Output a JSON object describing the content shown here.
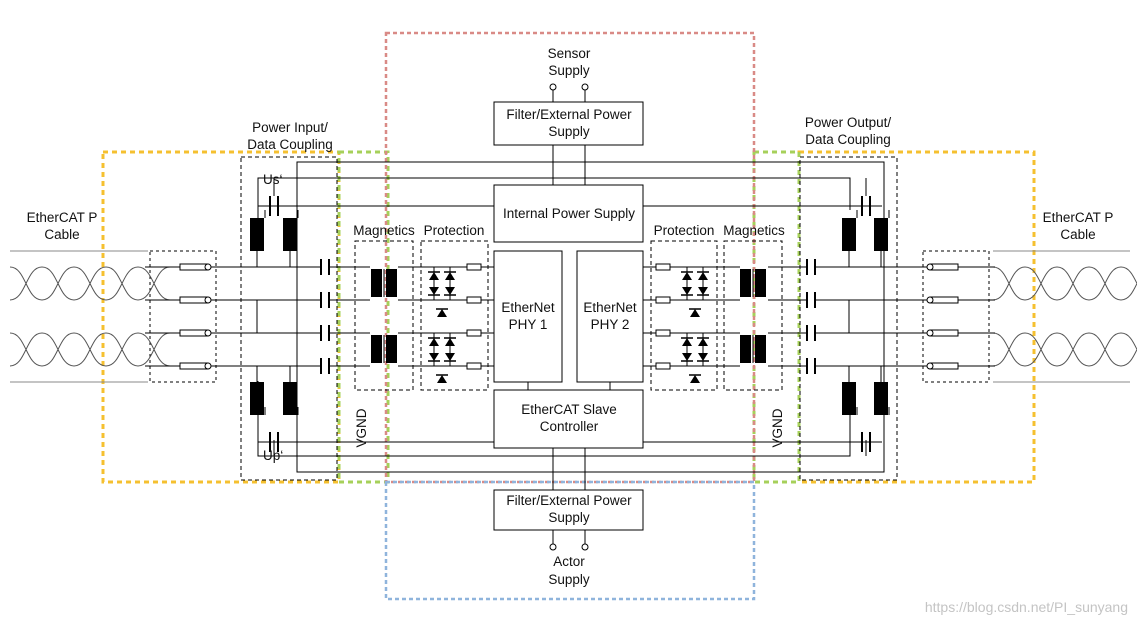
{
  "labels": {
    "sensor_supply": [
      "Sensor",
      "Supply"
    ],
    "actor_supply": [
      "Actor",
      "Supply"
    ],
    "filter_top": [
      "Filter/External Power",
      "Supply"
    ],
    "filter_bottom": [
      "Filter/External Power",
      "Supply"
    ],
    "internal_power": "Internal Power Supply",
    "phy1": [
      "EtherNet",
      "PHY 1"
    ],
    "phy2": [
      "EtherNet",
      "PHY 2"
    ],
    "slave_controller": [
      "EtherCAT Slave",
      "Controller"
    ],
    "power_input": [
      "Power Input/",
      "Data Coupling"
    ],
    "power_output": [
      "Power Output/",
      "Data Coupling"
    ],
    "cable_left": [
      "EtherCAT P",
      "Cable"
    ],
    "cable_right": [
      "EtherCAT P",
      "Cable"
    ],
    "magnetics_left": "Magnetics",
    "magnetics_right": "Magnetics",
    "protection_left": "Protection",
    "protection_right": "Protection",
    "us": "Us‘",
    "up": "Up‘",
    "vgnd_left": "VGND",
    "vgnd_right": "VGND"
  },
  "watermark": "https://blog.csdn.net/PI_sunyang",
  "colors": {
    "red_region": "#d98a86",
    "blue_region": "#8fb4dc",
    "yellow_region": "#f5c030",
    "green_region": "#a6d05a",
    "line": "#000000"
  }
}
